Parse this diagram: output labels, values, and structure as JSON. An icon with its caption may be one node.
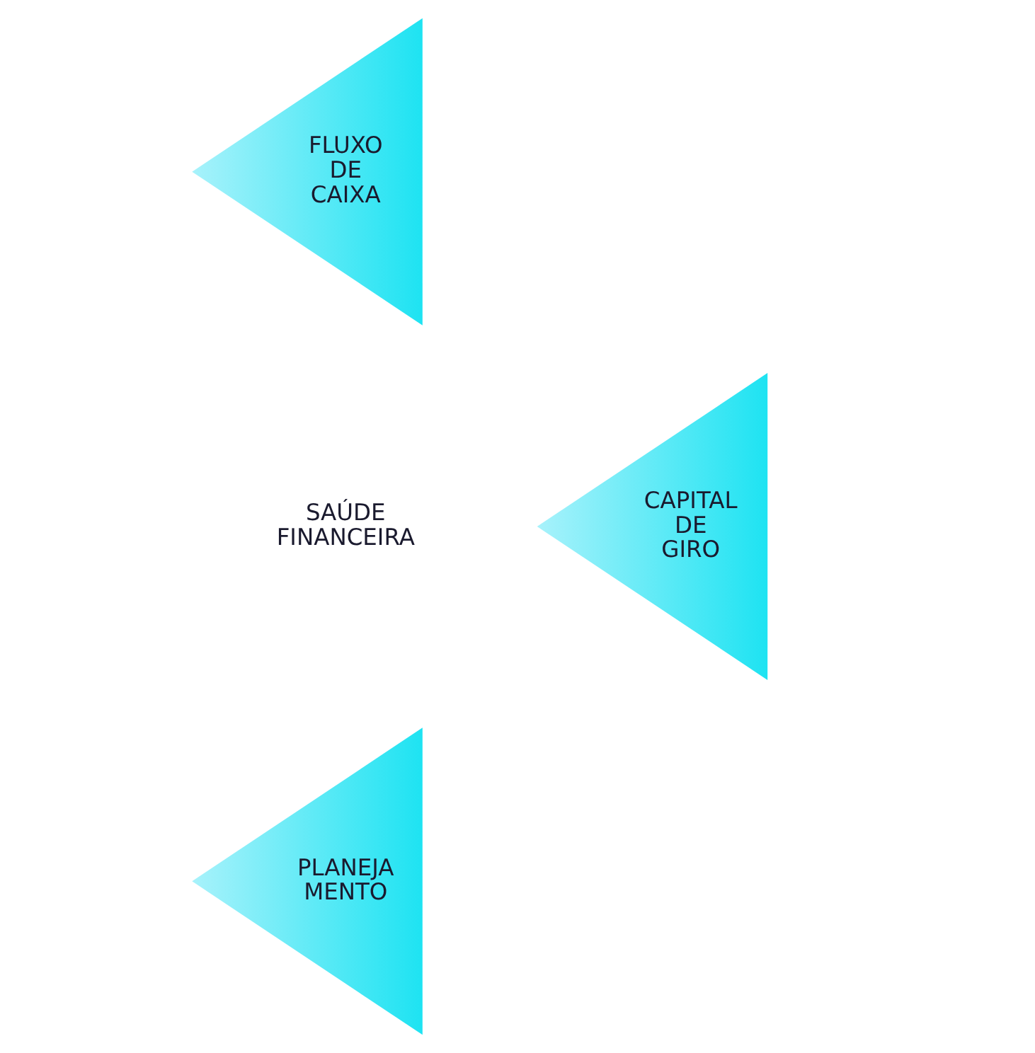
{
  "diagram": {
    "nodes": [
      {
        "text": [
          "FLUXO DE CAIXA"
        ]
      },
      {
        "text": [
          "CAPITAL DE GIRO"
        ]
      },
      {
        "text": [
          "PLANEJA MENTO"
        ]
      }
    ],
    "edges": [],
    "labels": [
      "SAÚDE FINANCEIRA"
    ]
  }
}
